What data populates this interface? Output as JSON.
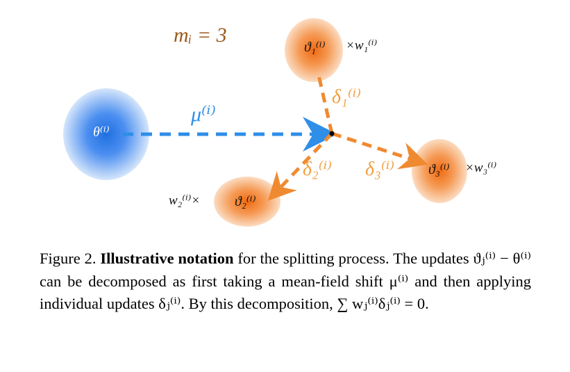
{
  "figure": {
    "mi_label": "mᵢ = 3",
    "theta_label": "θ⁽ⁱ⁾",
    "mu_label": "μ⁽ⁱ⁾",
    "vartheta_labels": [
      "ϑ₁⁽ⁱ⁾",
      "ϑ₂⁽ⁱ⁾",
      "ϑ₃⁽ⁱ⁾"
    ],
    "weight_labels": [
      "×w₁⁽ⁱ⁾",
      "w₂⁽ⁱ⁾×",
      "×w₃⁽ⁱ⁾"
    ],
    "delta_labels": [
      "δ₁⁽ⁱ⁾",
      "δ₂⁽ⁱ⁾",
      "δ₃⁽ⁱ⁾"
    ],
    "colors": {
      "blue": "#2e8ee8",
      "orange": "#f08a30",
      "orange_light": "#f0a040",
      "mi_brown": "#9a5a1a"
    }
  },
  "caption": {
    "prefix": "Figure 2.",
    "bold": "Illustrative notation",
    "text": "for the splitting process. The updates ϑⱼ⁽ⁱ⁾ − θ⁽ⁱ⁾ can be decomposed as first taking a mean-field shift μ⁽ⁱ⁾ and then applying individual updates δⱼ⁽ⁱ⁾. By this decomposition, ∑ wⱼ⁽ⁱ⁾δⱼ⁽ⁱ⁾ = 0."
  }
}
